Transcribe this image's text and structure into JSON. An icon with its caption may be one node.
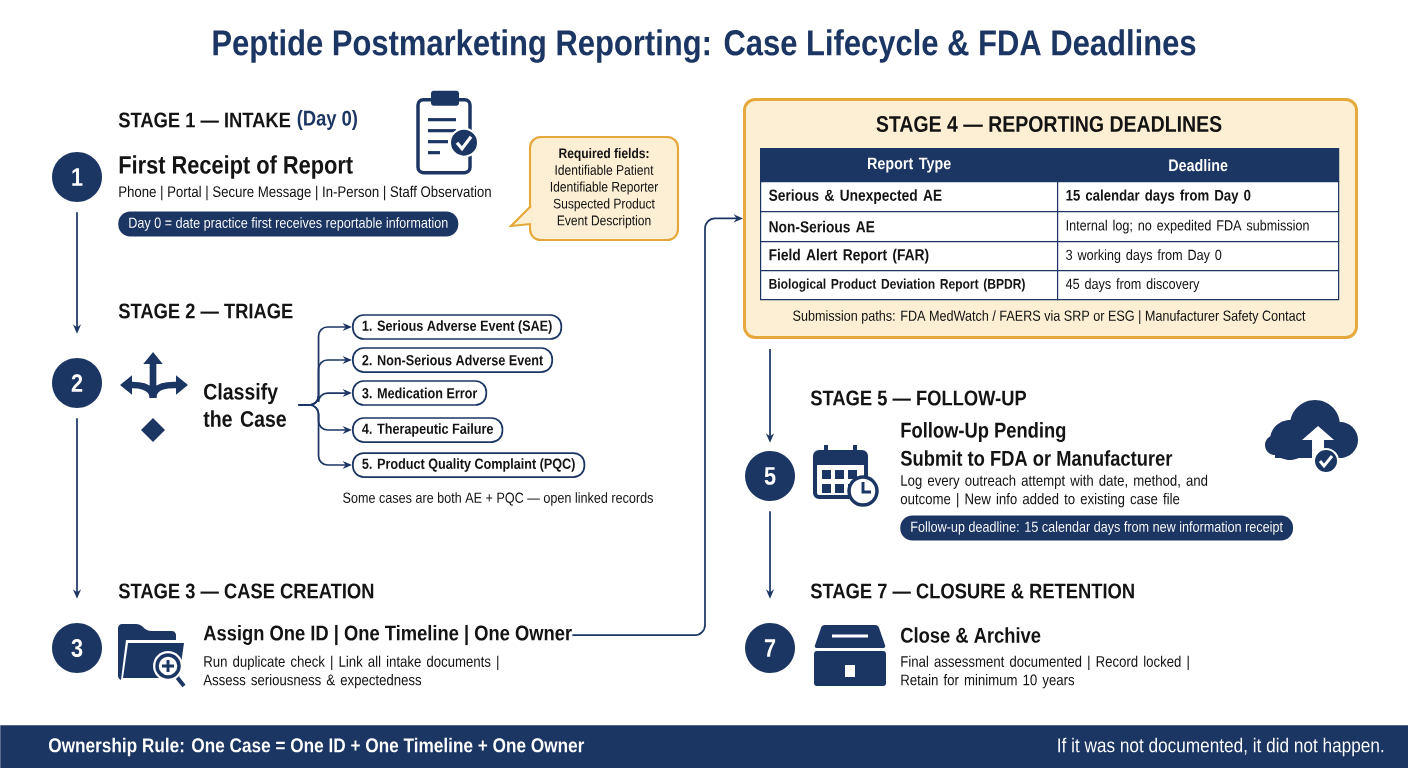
{
  "diagram": {
    "title": "Peptide Postmarketing Reporting: Case Lifecycle & FDA Deadlines",
    "nodes": [
      {
        "text": [
          "1"
        ]
      },
      {
        "text": [
          "Day 0 = date practice first receives reportable information"
        ]
      },
      {
        "text": [
          "Required fields:",
          "Identifiable Patient",
          "Identifiable Reporter",
          "Suspected Product",
          "Event Description"
        ]
      },
      {
        "text": [
          "2"
        ]
      },
      {
        "text": [
          "Classify the Case"
        ]
      },
      {
        "text": [
          "1. Serious Adverse Event (SAE)"
        ]
      },
      {
        "text": [
          "2. Non-Serious Adverse Event"
        ]
      },
      {
        "text": [
          "3. Medication Error"
        ]
      },
      {
        "text": [
          "4. Therapeutic Failure"
        ]
      },
      {
        "text": [
          "5. Product Quality Complaint (PQC)"
        ]
      },
      {
        "text": [
          "3"
        ]
      },
      {
        "text": [
          "Assign One ID | One Timeline | One Owner"
        ]
      },
      {
        "text": [
          "STAGE 4 — REPORTING DEADLINES",
          "Submission paths: FDA MedWatch / FAERS via SRP or ESG | Manufacturer Safety Contact"
        ]
      },
      {
        "text": [
          "5"
        ]
      },
      {
        "text": [
          "Follow-up deadline: 15 calendar days from new information receipt"
        ]
      },
      {
        "text": [
          "7"
        ]
      },
      {
        "text": [
          "Ownership Rule: One Case = One ID + One Timeline + One Owner",
          "If it was not documented, it did not happen."
        ]
      }
    ],
    "edges": [
      {
        "from": 0,
        "to": 3,
        "arrow": "to"
      },
      {
        "from": 3,
        "to": 10,
        "arrow": "to"
      },
      {
        "from": 4,
        "to": 5,
        "arrow": "to"
      },
      {
        "from": 4,
        "to": 6,
        "arrow": "to"
      },
      {
        "from": 4,
        "to": 7,
        "arrow": "to"
      },
      {
        "from": 4,
        "to": 8,
        "arrow": "to"
      },
      {
        "from": 4,
        "to": 9,
        "arrow": "to"
      },
      {
        "from": 11,
        "to": 12,
        "arrow": "to"
      },
      {
        "from": 12,
        "to": 13,
        "arrow": "to"
      },
      {
        "from": 13,
        "to": 15,
        "arrow": "to"
      }
    ],
    "labels": [
      "STAGE 1 — INTAKE",
      "(Day 0)",
      "First Receipt of Report",
      "Phone | Portal | Secure Message | In-Person | Staff Observation",
      "STAGE 2 — TRIAGE",
      "Some cases are both AE + PQC — open linked records",
      "STAGE 3 — CASE CREATION",
      "Run duplicate check | Link all intake documents | Assess seriousness & expectedness",
      "Report Type",
      "Deadline",
      "Serious & Unexpected AE",
      "15 calendar days from Day 0",
      "Non-Serious AE",
      "Internal log; no expedited FDA submission",
      "Field Alert Report (FAR)",
      "3 working days from Day 0",
      "Biological Product Deviation Report (BPDR)",
      "45 days from discovery",
      "STAGE 5 — FOLLOW-UP",
      "Follow-Up Pending",
      "Submit to FDA or Manufacturer",
      "Log every outreach attempt with date, method, and outcome | New info added to existing case file",
      "STAGE 7 — CLOSURE & RETENTION",
      "Close & Archive",
      "Final assessment documented | Record locked | Retain for minimum 10 years"
    ]
  }
}
